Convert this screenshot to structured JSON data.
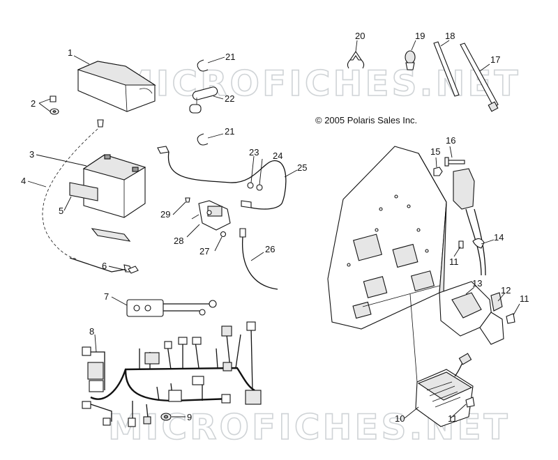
{
  "copyright": "© 2005 Polaris Sales Inc.",
  "watermarks": [
    "MICROFICHES.NET",
    "MICROFICHES.NET"
  ],
  "callouts": [
    "1",
    "2",
    "3",
    "4",
    "5",
    "6",
    "7",
    "8",
    "9",
    "10",
    "11",
    "11",
    "11",
    "12",
    "13",
    "14",
    "15",
    "16",
    "17",
    "18",
    "19",
    "20",
    "21",
    "21",
    "22",
    "23",
    "24",
    "25",
    "26",
    "27",
    "28",
    "29"
  ],
  "parts": [
    "battery-cover",
    "bolt-washer",
    "battery",
    "vent-tube",
    "battery-pad",
    "battery-bolt",
    "ground-strap",
    "main-wire-harness",
    "connector-clip",
    "control-module",
    "fastener",
    "relay-bracket",
    "voltage-regulator",
    "wire-clip",
    "nut",
    "bolt",
    "cable-tie-long",
    "cable-tie-short",
    "push-rivet-clip",
    "push-rivet-fir",
    "wire-clip-c",
    "battery-strap",
    "nut-small",
    "nut-small",
    "positive-cable",
    "starter-cable",
    "nut-small",
    "starter-solenoid",
    "screw"
  ]
}
